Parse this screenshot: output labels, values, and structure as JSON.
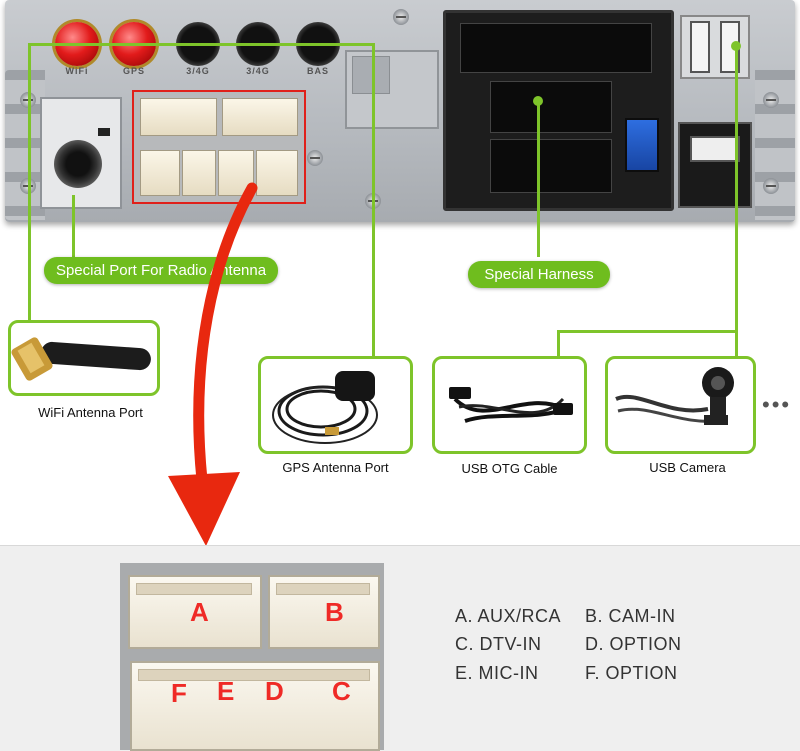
{
  "panel": {
    "ports": [
      {
        "label": "WiFi",
        "kind": "sma"
      },
      {
        "label": "GPS",
        "kind": "sma"
      },
      {
        "label": "3/4G",
        "kind": "hole"
      },
      {
        "label": "3/4G",
        "kind": "hole"
      },
      {
        "label": "BAS",
        "kind": "hole"
      }
    ]
  },
  "callouts": {
    "radio_antenna": "Special Port For Radio Antenna",
    "harness": "Special Harness"
  },
  "accessories": {
    "wifi": "WiFi Antenna Port",
    "gps": "GPS Antenna Port",
    "usb_otg": "USB OTG Cable",
    "usb_camera": "USB Camera",
    "more": "•••"
  },
  "connector_letters": {
    "a": "A",
    "b": "B",
    "c": "C",
    "d": "D",
    "e": "E",
    "f": "F"
  },
  "legend": [
    {
      "text": "A. AUX/RCA"
    },
    {
      "text": "B. CAM-IN"
    },
    {
      "text": "C. DTV-IN"
    },
    {
      "text": "D. OPTION"
    },
    {
      "text": "E. MIC-IN"
    },
    {
      "text": "F. OPTION"
    }
  ],
  "colors": {
    "green": "#7ec42a",
    "red_arrow": "#e8280f",
    "label_red": "#ef2a26"
  }
}
